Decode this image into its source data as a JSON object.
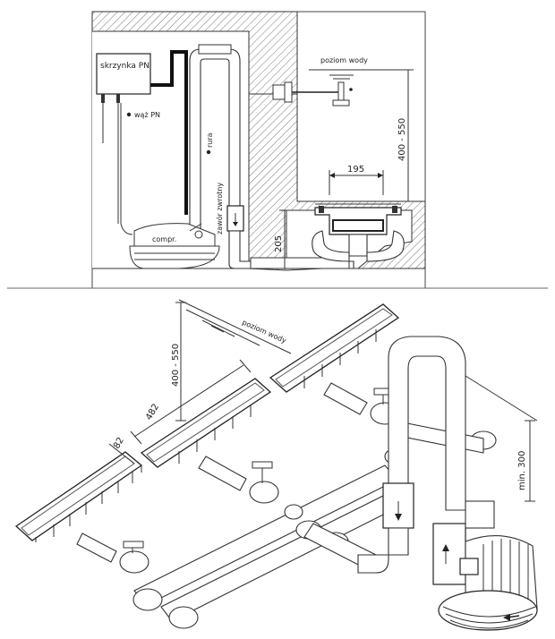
{
  "top_diagram": {
    "labels": {
      "control_box": "skrzynka PN",
      "hose": "wąż PN",
      "pipe": "rura",
      "check_valve": "zawór zwrotny",
      "compressor": "compr.",
      "water_level": "poziom wody"
    },
    "dimensions": {
      "height_range": "400 - 550",
      "width": "195",
      "depth": "205"
    }
  },
  "bottom_diagram": {
    "labels": {
      "water_level": "poziom wody"
    },
    "dimensions": {
      "height_range": "400 - 550",
      "channel_length": "482",
      "channel_width": "82",
      "min_distance": "min. 300"
    }
  },
  "colors": {
    "line": "#333333",
    "background": "#ffffff"
  }
}
